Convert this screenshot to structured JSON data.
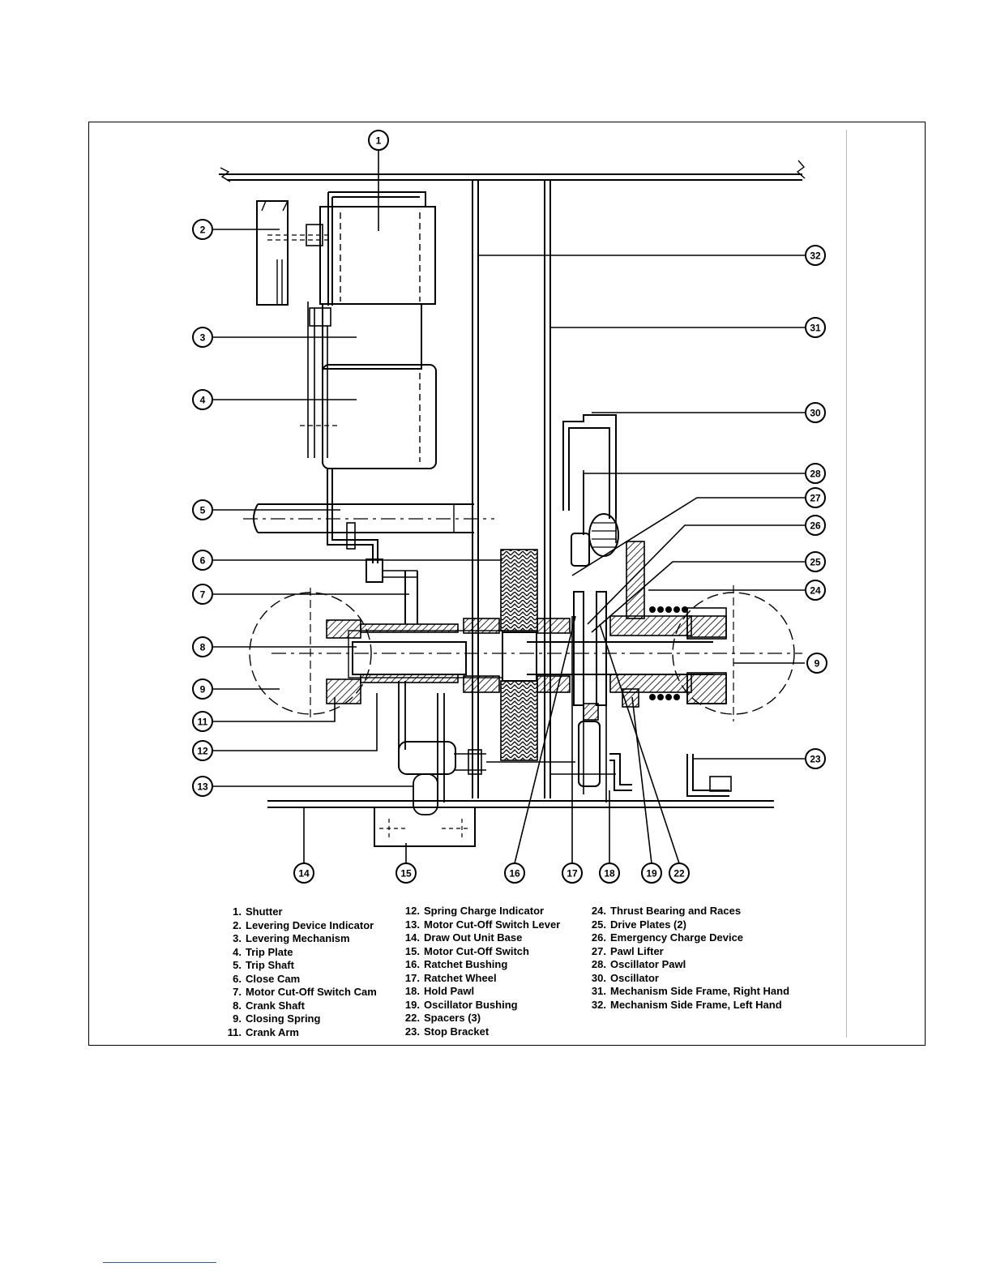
{
  "figure": {
    "callouts": [
      {
        "label": "1"
      },
      {
        "label": "2"
      },
      {
        "label": "3"
      },
      {
        "label": "4"
      },
      {
        "label": "5"
      },
      {
        "label": "6"
      },
      {
        "label": "7"
      },
      {
        "label": "8"
      },
      {
        "label": "9"
      },
      {
        "label": "9"
      },
      {
        "label": "11"
      },
      {
        "label": "12"
      },
      {
        "label": "13"
      },
      {
        "label": "14"
      },
      {
        "label": "15"
      },
      {
        "label": "16"
      },
      {
        "label": "17"
      },
      {
        "label": "18"
      },
      {
        "label": "19"
      },
      {
        "label": "22"
      },
      {
        "label": "23"
      },
      {
        "label": "24"
      },
      {
        "label": "25"
      },
      {
        "label": "26"
      },
      {
        "label": "27"
      },
      {
        "label": "28"
      },
      {
        "label": "30"
      },
      {
        "label": "31"
      },
      {
        "label": "32"
      }
    ]
  },
  "legend": {
    "col1": [
      {
        "num": "1.",
        "text": "Shutter"
      },
      {
        "num": "2.",
        "text": "Levering Device Indicator"
      },
      {
        "num": "3.",
        "text": "Levering Mechanism"
      },
      {
        "num": "4.",
        "text": "Trip Plate"
      },
      {
        "num": "5.",
        "text": "Trip Shaft"
      },
      {
        "num": "6.",
        "text": "Close Cam"
      },
      {
        "num": "7.",
        "text": "Motor Cut-Off Switch Cam"
      },
      {
        "num": "8.",
        "text": "Crank Shaft"
      },
      {
        "num": "9.",
        "text": "Closing Spring"
      },
      {
        "num": "11.",
        "text": "Crank Arm"
      }
    ],
    "col2": [
      {
        "num": "12.",
        "text": "Spring Charge Indicator"
      },
      {
        "num": "13.",
        "text": "Motor Cut-Off Switch Lever"
      },
      {
        "num": "14.",
        "text": "Draw Out Unit Base"
      },
      {
        "num": "15.",
        "text": "Motor Cut-Off Switch"
      },
      {
        "num": "16.",
        "text": "Ratchet Bushing"
      },
      {
        "num": "17.",
        "text": "Ratchet Wheel"
      },
      {
        "num": "18.",
        "text": "Hold Pawl"
      },
      {
        "num": "19.",
        "text": "Oscillator Bushing"
      },
      {
        "num": "22.",
        "text": "Spacers (3)"
      },
      {
        "num": "23.",
        "text": "Stop Bracket"
      }
    ],
    "col3": [
      {
        "num": "24.",
        "text": "Thrust Bearing and Races"
      },
      {
        "num": "25.",
        "text": "Drive Plates (2)"
      },
      {
        "num": "26.",
        "text": "Emergency Charge Device"
      },
      {
        "num": "27.",
        "text": "Pawl Lifter"
      },
      {
        "num": "28.",
        "text": "Oscillator Pawl"
      },
      {
        "num": "30.",
        "text": "Oscillator"
      },
      {
        "num": "31.",
        "text": "Mechanism Side Frame, Right Hand"
      },
      {
        "num": "32.",
        "text": "Mechanism Side Frame, Left Hand"
      }
    ]
  }
}
